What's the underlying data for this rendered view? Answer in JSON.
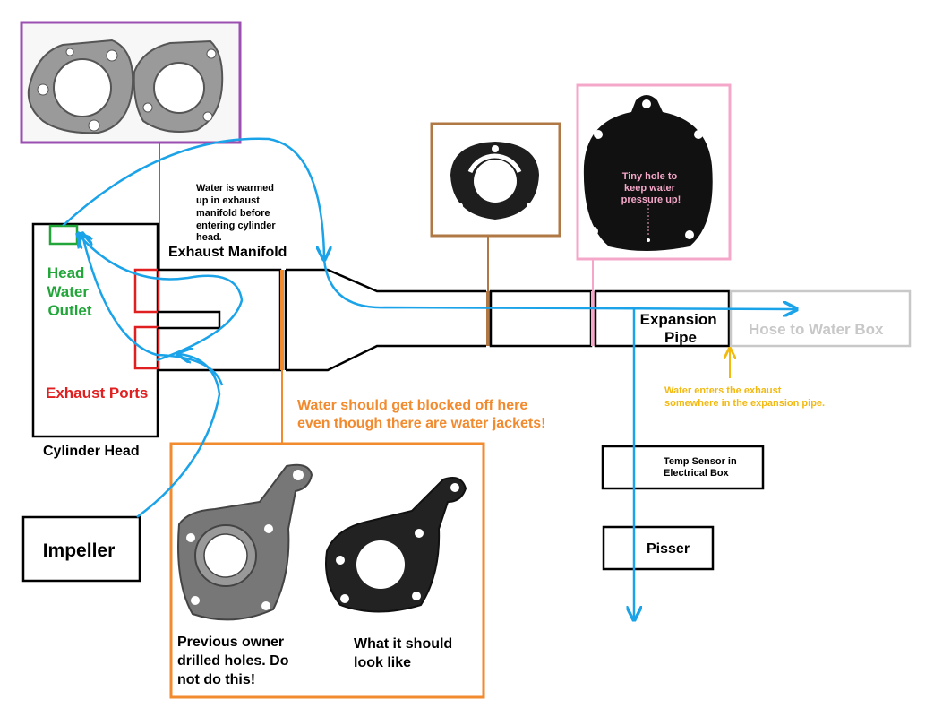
{
  "labels": {
    "exhaust_manifold": "Exhaust Manifold",
    "head_water_outlet": [
      "Head",
      "Water",
      "Outlet"
    ],
    "exhaust_ports": "Exhaust Ports",
    "cylinder_head": "Cylinder Head",
    "impeller": "Impeller",
    "expansion_pipe": [
      "Expansion",
      "Pipe"
    ],
    "hose_to_water_box": "Hose to Water Box",
    "temp_sensor": [
      "Temp Sensor in",
      "Electrical Box"
    ],
    "pisser": "Pisser"
  },
  "notes": {
    "water_warmed": [
      "Water is warmed",
      "up in exhaust",
      "manifold before",
      "entering cylinder",
      "head."
    ],
    "blocked_off": [
      "Water should get blocked off here",
      "even though there are water jackets!"
    ],
    "tiny_hole": [
      "Tiny hole to",
      "keep water",
      "pressure up!"
    ],
    "water_enters": [
      "Water enters the exhaust",
      "somewhere in the expansion pipe."
    ],
    "previous_owner": [
      "Previous owner",
      "drilled holes. Do",
      "not do this!"
    ],
    "should_look": [
      "What it should",
      "look like"
    ]
  },
  "colors": {
    "water_flow": "#1aa3e8",
    "gasket_purple": "#9b4fb0",
    "gasket_brown": "#b07845",
    "gasket_pink": "#f4a7c8",
    "gasket_orange": "#f28a2e",
    "outlet_green": "#22a63a",
    "ports_red": "#e02020",
    "water_note": "#f2b90f",
    "hose_gray": "#c8c8c8"
  }
}
